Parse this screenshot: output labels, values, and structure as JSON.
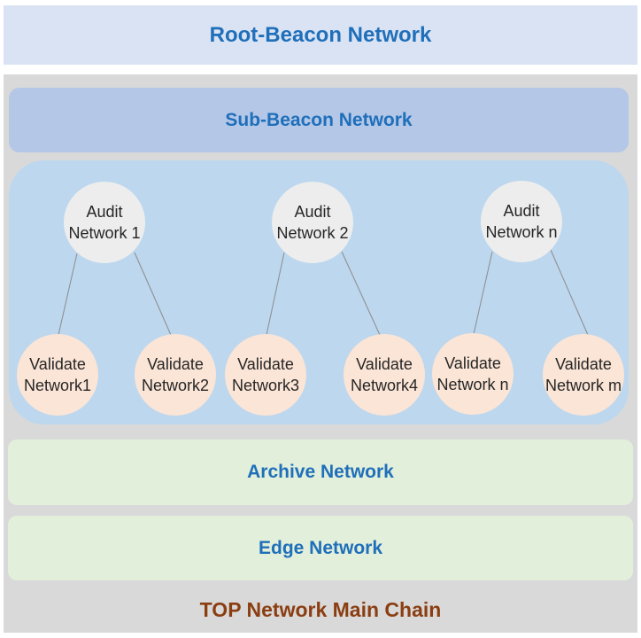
{
  "root_beacon": {
    "label": "Root-Beacon Network"
  },
  "sub_beacon": {
    "label": "Sub-Beacon Network"
  },
  "audit_nodes": [
    {
      "line1": "Audit",
      "line2": "Network 1"
    },
    {
      "line1": "Audit",
      "line2": "Network 2"
    },
    {
      "line1": "Audit",
      "line2": "Network n"
    }
  ],
  "validate_nodes": [
    {
      "line1": "Validate",
      "line2": "Network1"
    },
    {
      "line1": "Validate",
      "line2": "Network2"
    },
    {
      "line1": "Validate",
      "line2": "Network3"
    },
    {
      "line1": "Validate",
      "line2": "Network4"
    },
    {
      "line1": "Validate",
      "line2": "Network n"
    },
    {
      "line1": "Validate",
      "line2": "Network m"
    }
  ],
  "archive": {
    "label": "Archive Network"
  },
  "edge": {
    "label": "Edge Network"
  },
  "main_chain": {
    "label": "TOP Network Main Chain"
  },
  "colors": {
    "root_beacon_bg": "#dae3f3",
    "main_chain_bg": "#d9d9d9",
    "sub_beacon_bg": "#b4c7e7",
    "cluster_bg": "#bdd7ee",
    "audit_node_bg": "#ededed",
    "validate_node_bg": "#fbe5d6",
    "layer_bg": "#e2efda",
    "heading_text": "#1f6fba",
    "chain_text": "#8b3e12"
  }
}
